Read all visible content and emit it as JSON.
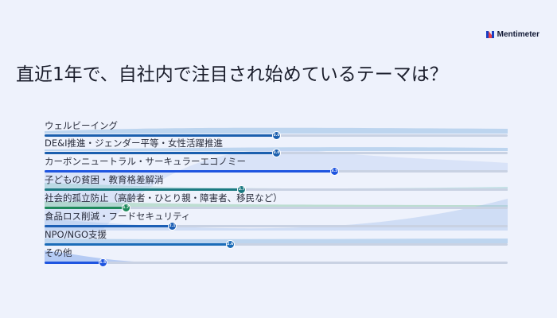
{
  "brand": {
    "name": "Mentimeter",
    "logo_colors": [
      "#1a3fc4",
      "#e8424b"
    ]
  },
  "title": "直近1年で、自社内で注目され始めているテーマは？",
  "scale": {
    "min": 1,
    "max": 5
  },
  "items": [
    {
      "label": "ウェルビーイング",
      "value": "3.0",
      "color": "#1b5fae"
    },
    {
      "label": "DE&I推進・ジェンダー平等・女性活躍推進",
      "value": "3.0",
      "color": "#1b5fae"
    },
    {
      "label": "カーボンニュートラル・サーキュラーエコノミー",
      "value": "3.5",
      "color": "#1f55e0"
    },
    {
      "label": "子どもの貧困・教育格差解消",
      "value": "2.7",
      "color": "#1c7a82"
    },
    {
      "label": "社会的孤立防止（高齢者・ひとり親・障害者、移民など）",
      "value": "1.7",
      "color": "#1f8a5c"
    },
    {
      "label": "食品ロス削減・フードセキュリティ",
      "value": "2.1",
      "color": "#1c5fb5"
    },
    {
      "label": "NPO/NGO支援",
      "value": "2.6",
      "color": "#1b6cb8"
    },
    {
      "label": "その他",
      "value": "1.5",
      "color": "#1f55e0"
    }
  ]
}
